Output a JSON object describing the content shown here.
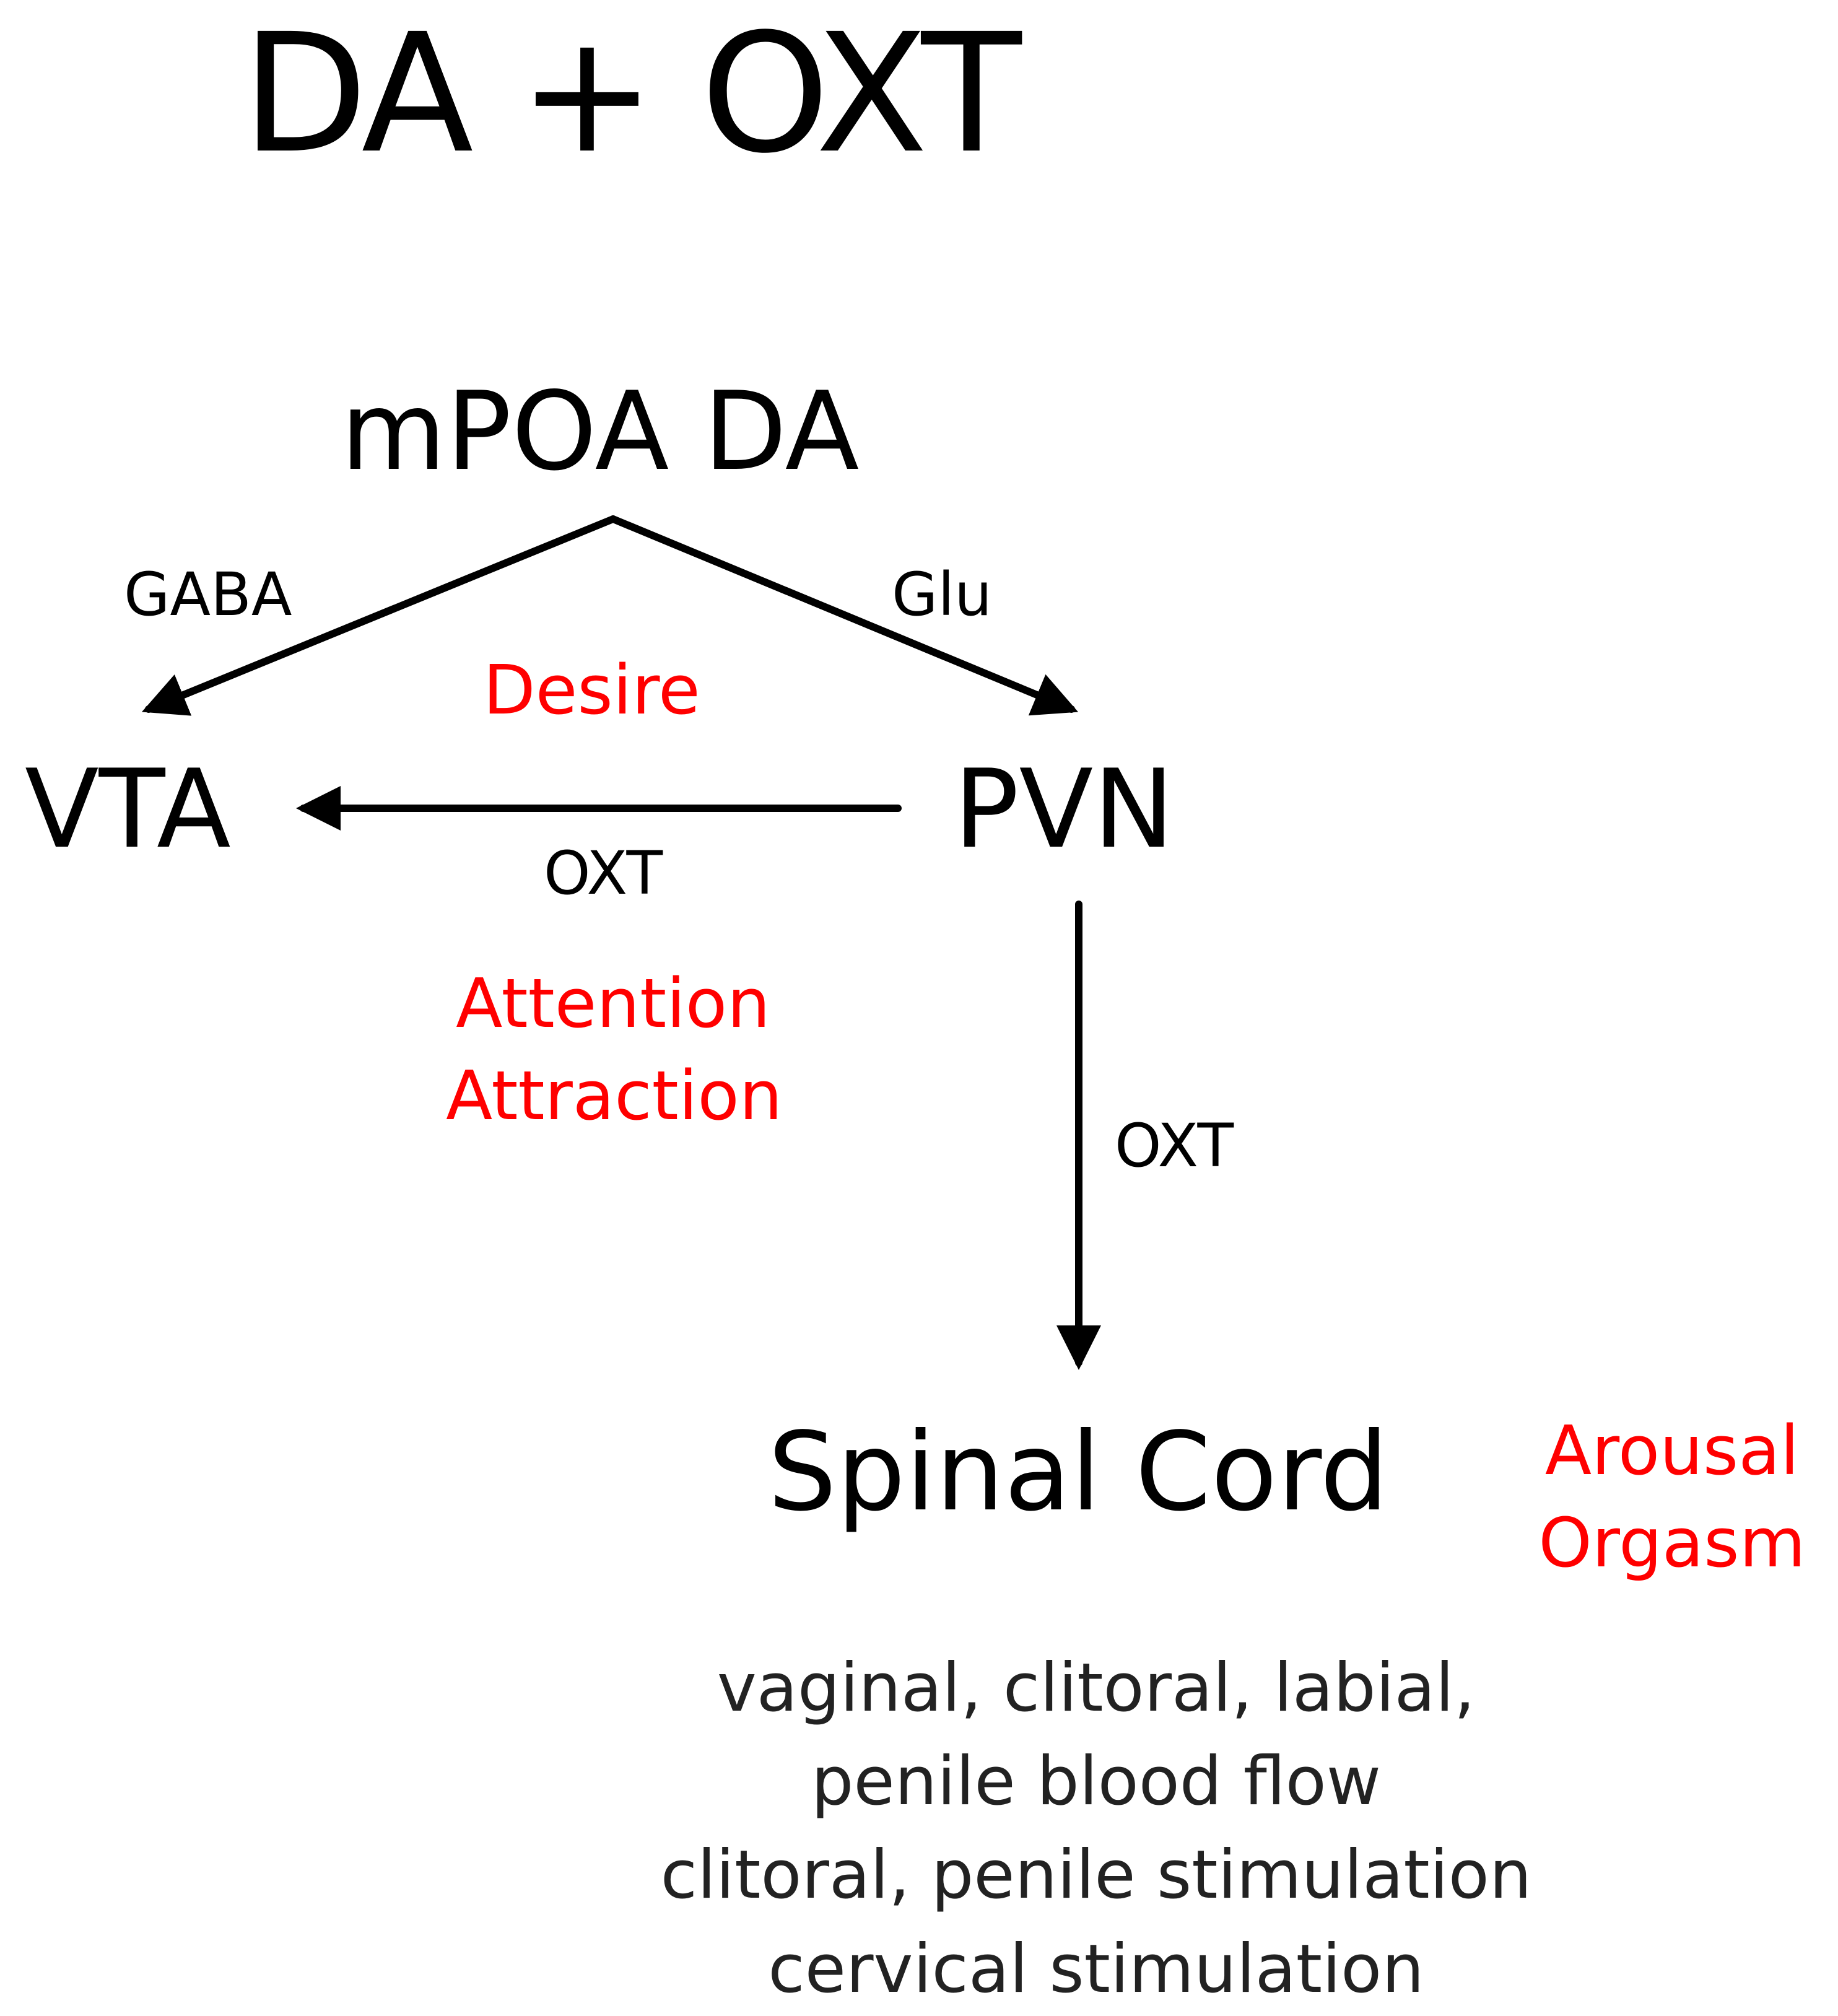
{
  "title": "DA + OXT",
  "colors": {
    "text": "#000000",
    "effect": "#ff0000",
    "detail": "#222222",
    "arrow": "#000000"
  },
  "nodes": {
    "mpoa": "mPOA DA",
    "vta": "VTA",
    "pvn": "PVN",
    "spinal": "Spinal Cord"
  },
  "edges": {
    "mpoa_to_vta": "GABA",
    "mpoa_to_pvn": "Glu",
    "pvn_to_vta": "OXT",
    "pvn_to_spinal": "OXT"
  },
  "effects": {
    "desire": "Desire",
    "attention": "Attention\nAttraction",
    "arousal": "Arousal\nOrgasm"
  },
  "spinal_details": "vaginal, clitoral, labial,\npenile blood flow\nclitoral, penile stimulation\ncervical stimulation"
}
